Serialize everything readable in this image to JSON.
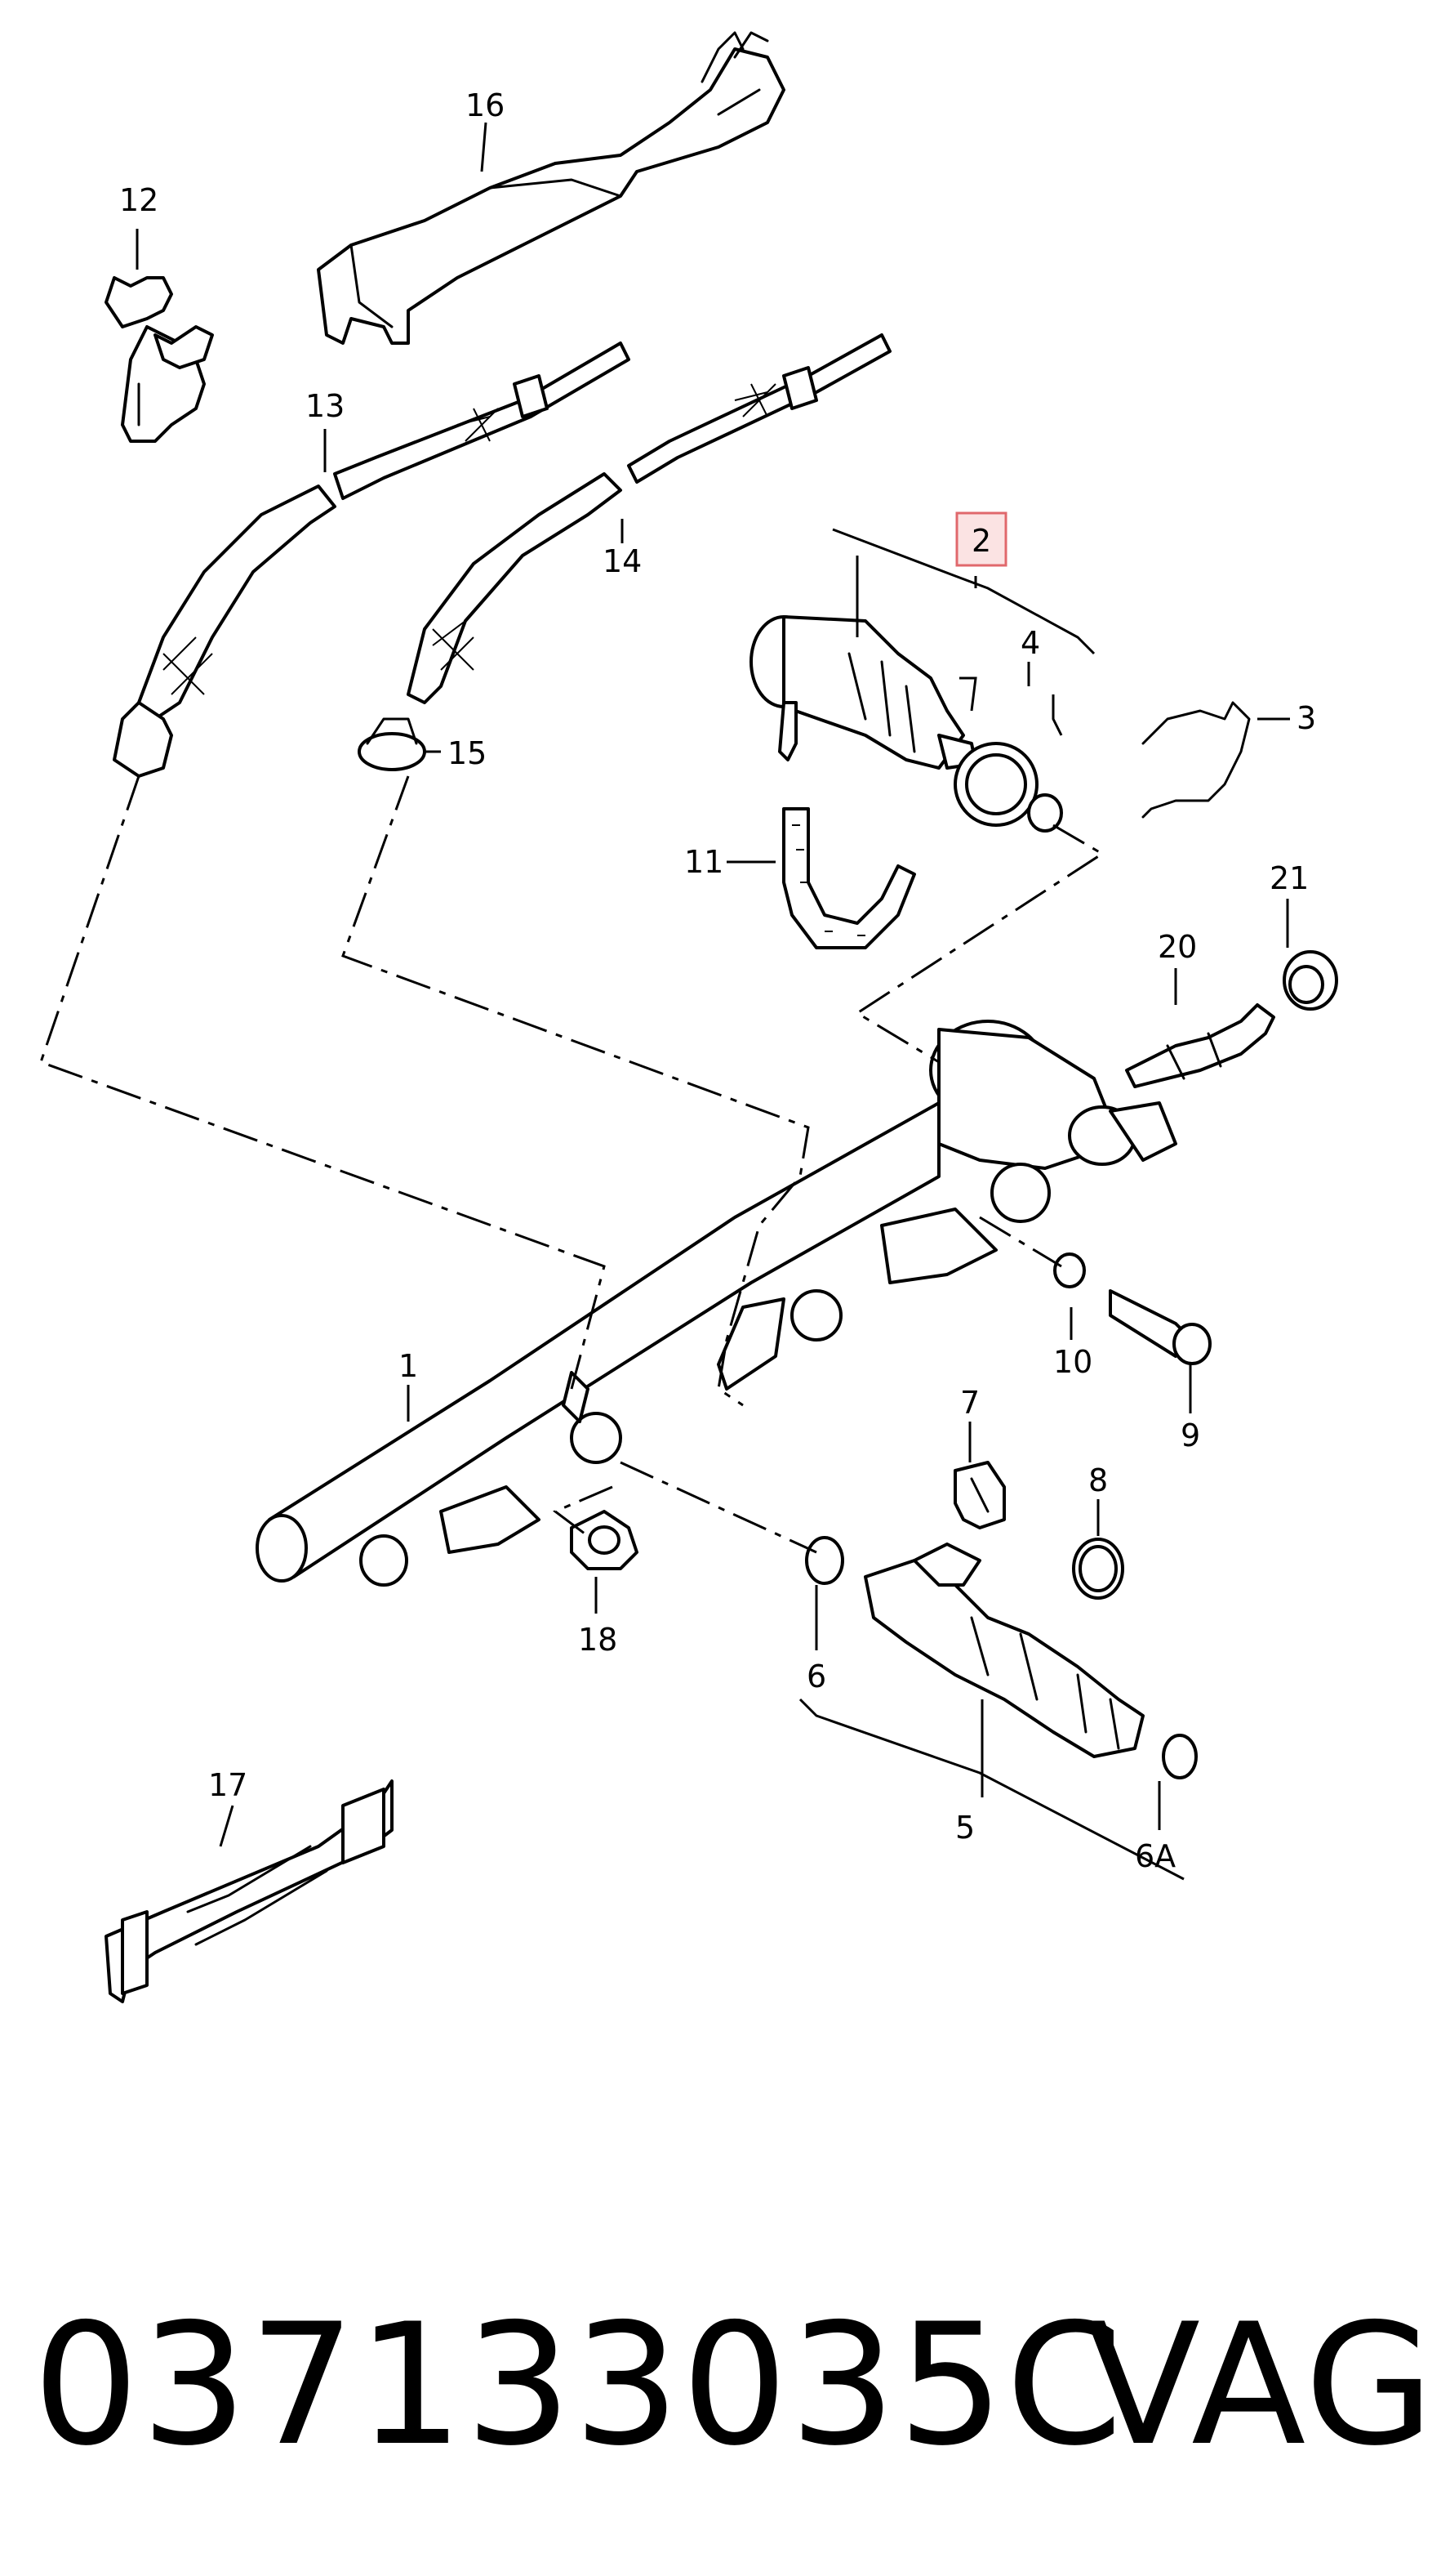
{
  "diagram": {
    "callouts": {
      "c1": "1",
      "c2": "2",
      "c3": "3",
      "c4": "4",
      "c5": "5",
      "c6": "6",
      "c6a": "6A",
      "c7": "7",
      "c8": "8",
      "c9": "9",
      "c10": "10",
      "c11": "11",
      "c12": "12",
      "c13": "13",
      "c14": "14",
      "c15": "15",
      "c16": "16",
      "c17": "17",
      "c18": "18",
      "c20": "20",
      "c21": "21"
    },
    "highlighted_callout": "2",
    "highlight_color": "#e0686c"
  },
  "footer": {
    "part_number": "037133035C",
    "brand": "VAG"
  }
}
